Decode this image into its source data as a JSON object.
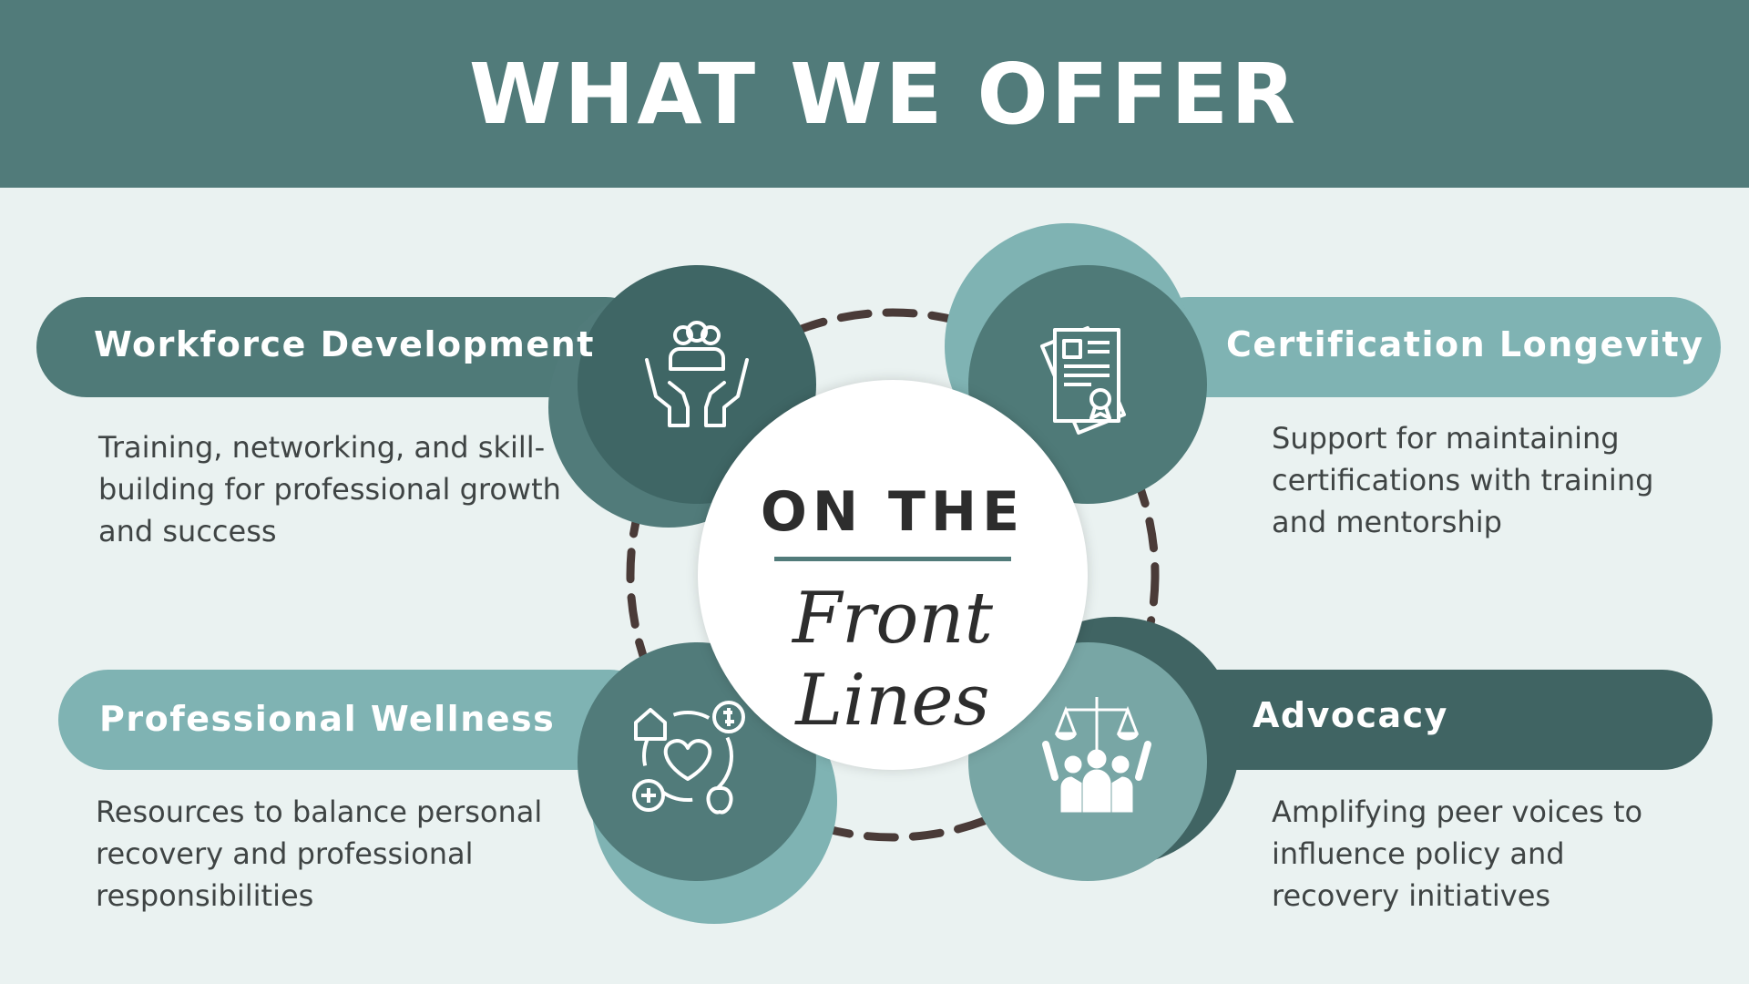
{
  "header": {
    "title": "WHAT WE OFFER"
  },
  "center": {
    "line1": "ON THE",
    "line2": "Front Lines"
  },
  "offers": [
    {
      "title": "Workforce Development",
      "description": "Training, networking, and skill-building for professional growth and success",
      "icon": "hands-people-icon"
    },
    {
      "title": "Certification Longevity",
      "description": "Support for maintaining certifications with training and mentorship",
      "icon": "certificate-icon"
    },
    {
      "title": "Professional Wellness",
      "description": "Resources to balance personal recovery and professional responsibilities",
      "icon": "wellness-cycle-icon"
    },
    {
      "title": "Advocacy",
      "description": "Amplifying peer voices to influence policy and recovery initiatives",
      "icon": "scales-people-icon"
    }
  ],
  "colors": {
    "header": "#517b7a",
    "dark": "#3f6665",
    "light": "#7fb3b3",
    "background": "#eaf2f1",
    "dash": "#4a3b38"
  }
}
